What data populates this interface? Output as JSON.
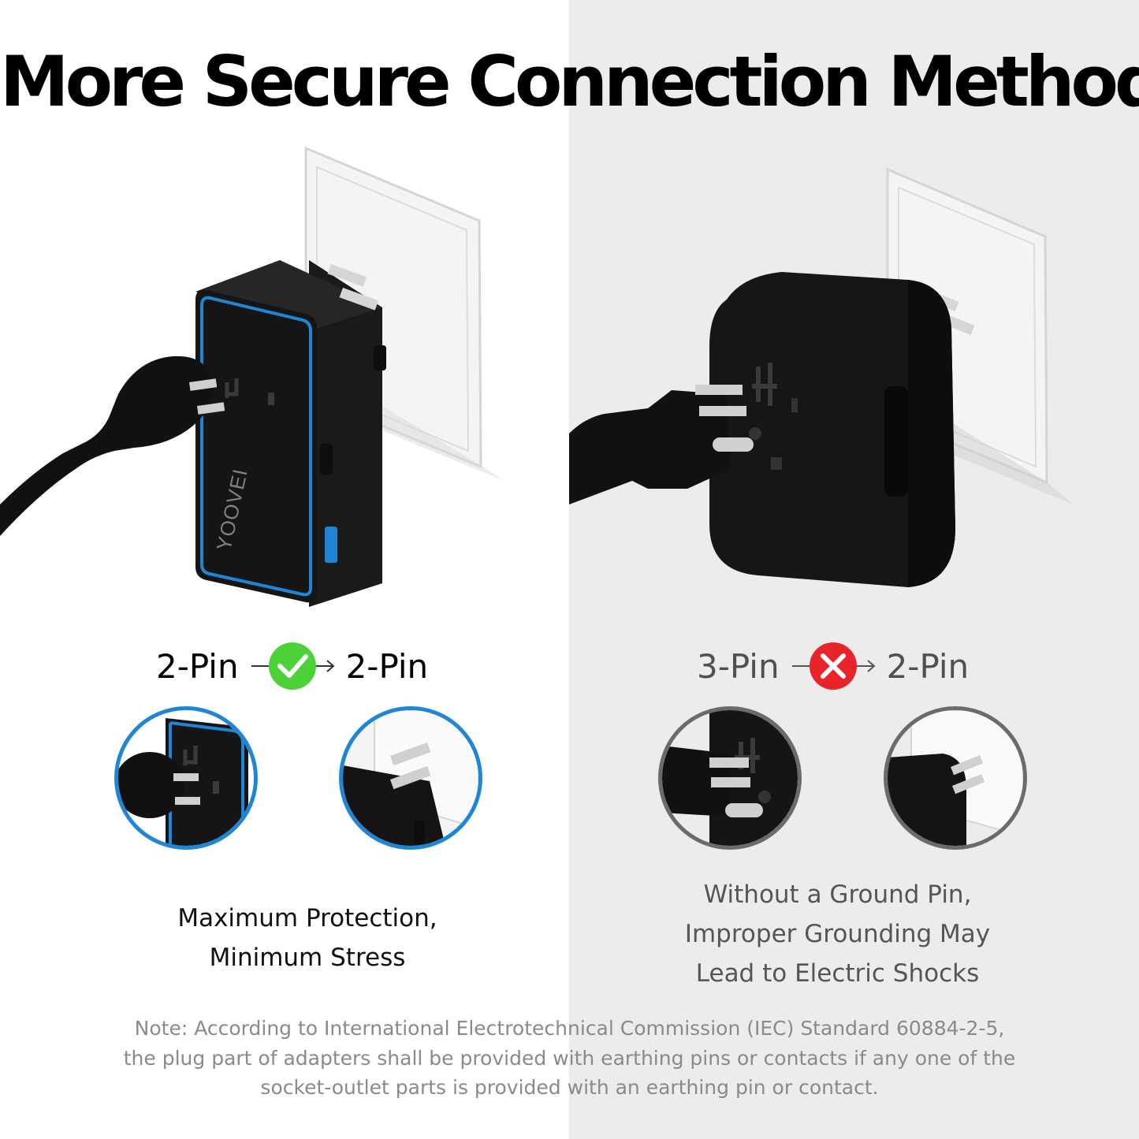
{
  "title": "More Secure Connection Method",
  "left": {
    "brand_text": "YOOVEI",
    "from_label": "2-Pin",
    "to_label": "2-Pin",
    "status_icon": "check-circle-icon",
    "status_color": "#4cd137",
    "caption_line1": "Maximum Protection,",
    "caption_line2": "Minimum Stress",
    "ring_color": "#1f86d6"
  },
  "right": {
    "from_label": "3-Pin",
    "to_label": "2-Pin",
    "status_icon": "x-circle-icon",
    "status_color": "#e8242a",
    "caption_line1": "Without a Ground Pin,",
    "caption_line2": "Improper Grounding May",
    "caption_line3": "Lead to Electric Shocks",
    "ring_color": "#6b6b6b"
  },
  "note": "Note: According to International Electrotechnical Commission (IEC) Standard 60884-2-5, the plug part of adapters shall be provided with earthing pins or contacts if any one of the socket-outlet parts is provided with an earthing pin or contact.",
  "colors": {
    "left_bg": "#ffffff",
    "right_bg": "#ececec",
    "accent_blue": "#1f86d6",
    "adapter_black": "#141414"
  }
}
